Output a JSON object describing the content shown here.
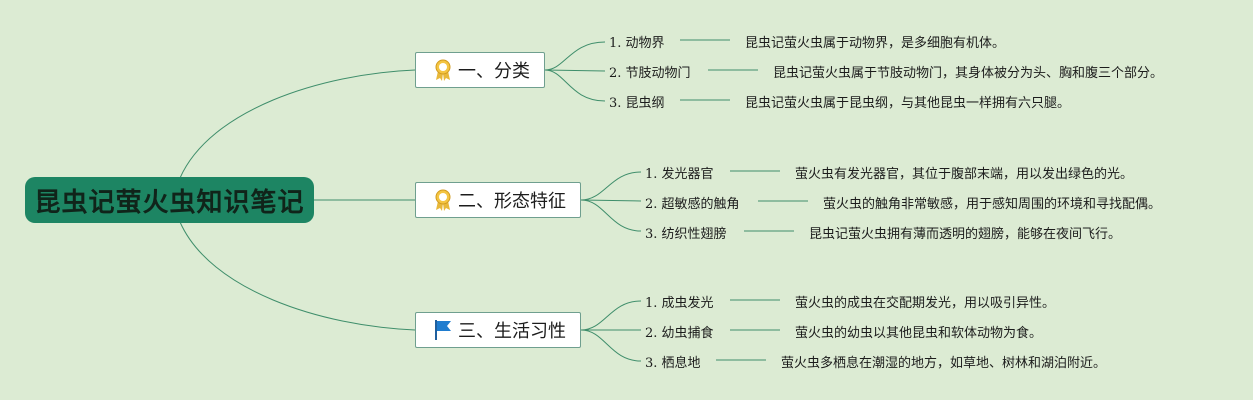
{
  "root": {
    "title": "昆虫记萤火虫知识笔记"
  },
  "branches": [
    {
      "title": "一、分类",
      "icon": "award-ribbon-icon",
      "items": [
        {
          "label": "1. 动物界",
          "desc": "昆虫记萤火虫属于动物界，是多细胞有机体。"
        },
        {
          "label": "2. 节肢动物门",
          "desc": "昆虫记萤火虫属于节肢动物门，其身体被分为头、胸和腹三个部分。"
        },
        {
          "label": "3. 昆虫纲",
          "desc": "昆虫记萤火虫属于昆虫纲，与其他昆虫一样拥有六只腿。"
        }
      ]
    },
    {
      "title": "二、形态特征",
      "icon": "award-ribbon-icon",
      "items": [
        {
          "label": "1. 发光器官",
          "desc": "萤火虫有发光器官，其位于腹部末端，用以发出绿色的光。"
        },
        {
          "label": "2. 超敏感的触角",
          "desc": "萤火虫的触角非常敏感，用于感知周围的环境和寻找配偶。"
        },
        {
          "label": "3. 纺织性翅膀",
          "desc": "昆虫记萤火虫拥有薄而透明的翅膀，能够在夜间飞行。"
        }
      ]
    },
    {
      "title": "三、生活习性",
      "icon": "blue-flag-icon",
      "items": [
        {
          "label": "1. 成虫发光",
          "desc": "萤火虫的成虫在交配期发光，用以吸引异性。"
        },
        {
          "label": "2. 幼虫捕食",
          "desc": "萤火虫的幼虫以其他昆虫和软体动物为食。"
        },
        {
          "label": "3. 栖息地",
          "desc": "萤火虫多栖息在潮湿的地方，如草地、树林和湖泊附近。"
        }
      ]
    }
  ],
  "colors": {
    "background": "#dcebd3",
    "root": "#1d8563",
    "line": "#3f8e6b"
  }
}
